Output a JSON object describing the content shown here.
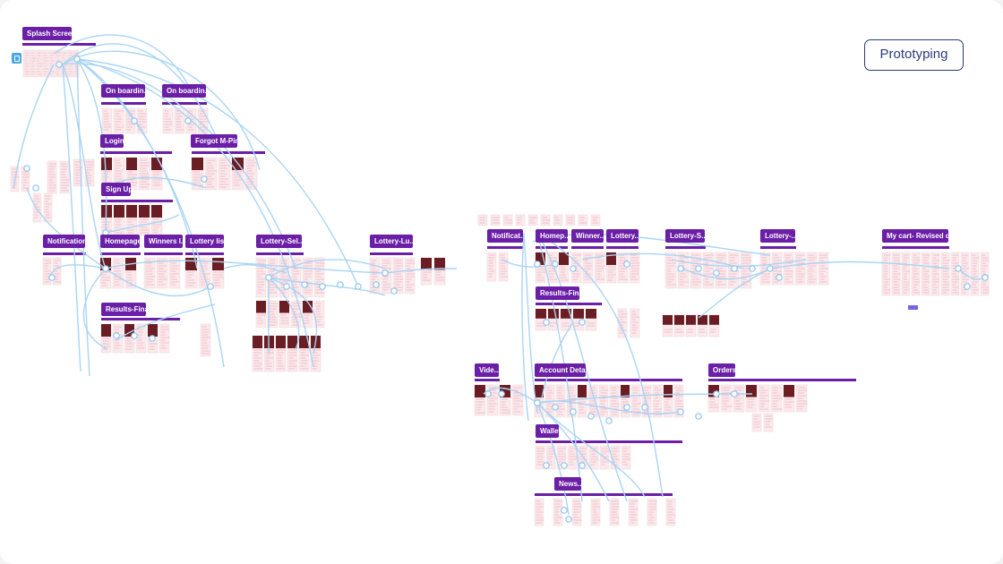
{
  "canvas": {
    "mode_button": "Prototyping",
    "zoom_control_icon": "frame-icon"
  },
  "flow_labels": [
    "Splash Screen",
    "On boardin...",
    "On boardin...",
    "Login",
    "Forgot M-Pin",
    "Sign Up",
    "Notification",
    "Homepage",
    "Winners l...",
    "Lottery list",
    "Lottery-Sel...",
    "Lottery-Lu...",
    "Results-Final",
    "Notificat...",
    "Homep...",
    "Winner...",
    "Lottery...",
    "Lottery-S...",
    "Lottery-...",
    "My cart- Revised d...",
    "Results-Final",
    "Vide...",
    "Account Details",
    "Orders",
    "Wallet",
    "News..."
  ],
  "colors": {
    "section_label": "#6a1fa6",
    "connector": "#a9d4f5",
    "connector_dot": "#8cc4f0",
    "screen_fill": "#fbe9ec",
    "screen_lines": "#e4a7b4",
    "dark_thumb": "#6b1d24",
    "badge_border": "#2a3a7a"
  }
}
